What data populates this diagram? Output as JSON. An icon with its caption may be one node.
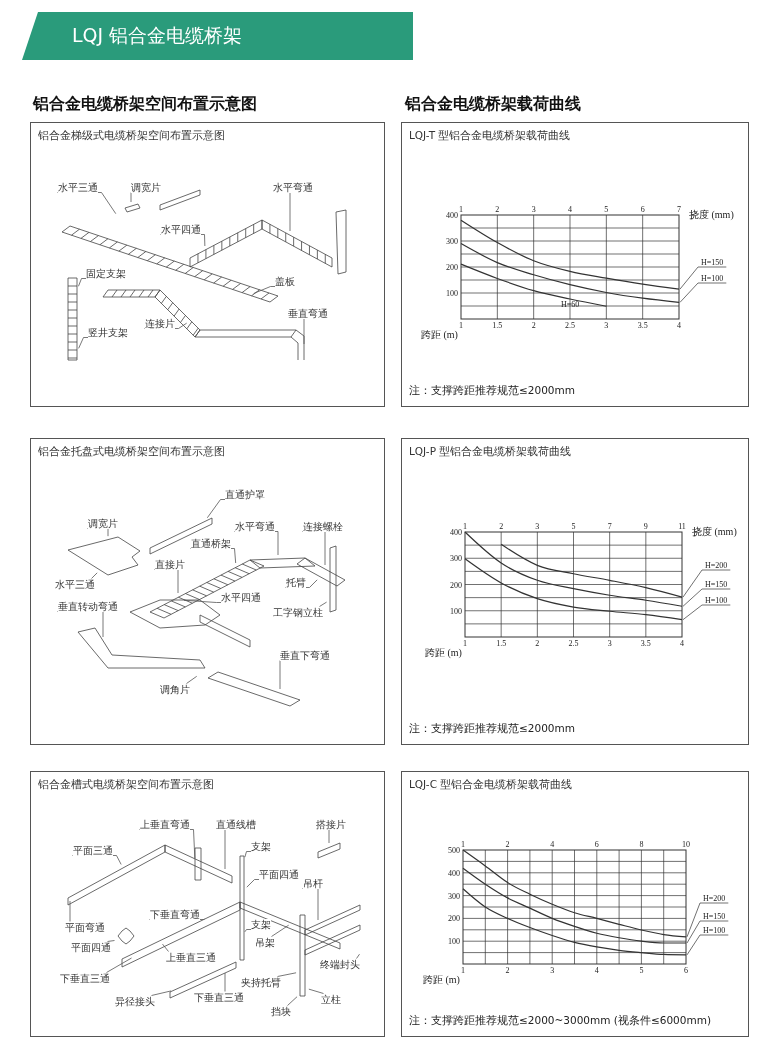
{
  "diagram": {
    "title": "LQJ 铝合金电缆桥架",
    "nodes": [
      {
        "text": [
          "铝合金梯级式电缆桥架空间布置示意图"
        ]
      },
      {
        "text": [
          "水平三通"
        ],
        "in": 0
      },
      {
        "text": [
          "调宽片"
        ],
        "in": 0
      },
      {
        "text": [
          "水平弯通"
        ],
        "in": 0
      },
      {
        "text": [
          "水平四通"
        ],
        "in": 0
      },
      {
        "text": [
          "固定支架"
        ],
        "in": 0
      },
      {
        "text": [
          "盖板"
        ],
        "in": 0
      },
      {
        "text": [
          "垂直弯通"
        ],
        "in": 0
      },
      {
        "text": [
          "连接片"
        ],
        "in": 0
      },
      {
        "text": [
          "竖井支架"
        ],
        "in": 0
      },
      {
        "text": [
          "LQJ-T 型铝合金电缆桥架载荷曲线",
          "注：支撑跨距推荐规范≤2000mm"
        ]
      },
      {
        "text": [
          "铝合金托盘式电缆桥架空间布置示意图"
        ]
      },
      {
        "text": [
          "直通护罩"
        ],
        "in": 11
      },
      {
        "text": [
          "调宽片"
        ],
        "in": 11
      },
      {
        "text": [
          "水平弯通"
        ],
        "in": 11
      },
      {
        "text": [
          "连接螺栓"
        ],
        "in": 11
      },
      {
        "text": [
          "直通桥架"
        ],
        "in": 11
      },
      {
        "text": [
          "直接片"
        ],
        "in": 11
      },
      {
        "text": [
          "托臂"
        ],
        "in": 11
      },
      {
        "text": [
          "水平三通"
        ],
        "in": 11
      },
      {
        "text": [
          "水平四通"
        ],
        "in": 11
      },
      {
        "text": [
          "工字钢立柱"
        ],
        "in": 11
      },
      {
        "text": [
          "垂直转动弯通"
        ],
        "in": 11
      },
      {
        "text": [
          "垂直下弯通"
        ],
        "in": 11
      },
      {
        "text": [
          "调角片"
        ],
        "in": 11
      },
      {
        "text": [
          "LQJ-P 型铝合金电缆桥架载荷曲线",
          "注：支撑跨距推荐规范≤2000mm"
        ]
      },
      {
        "text": [
          "铝合金槽式电缆桥架空间布置示意图"
        ]
      },
      {
        "text": [
          "上垂直弯通"
        ],
        "in": 26
      },
      {
        "text": [
          "直通线槽"
        ],
        "in": 26
      },
      {
        "text": [
          "搭接片"
        ],
        "in": 26
      },
      {
        "text": [
          "支架"
        ],
        "in": 26
      },
      {
        "text": [
          "平面三通"
        ],
        "in": 26
      },
      {
        "text": [
          "平面四通"
        ],
        "in": 26
      },
      {
        "text": [
          "吊杆"
        ],
        "in": 26
      },
      {
        "text": [
          "下垂直弯通"
        ],
        "in": 26
      },
      {
        "text": [
          "平面弯通"
        ],
        "in": 26
      },
      {
        "text": [
          "支架"
        ],
        "in": 26
      },
      {
        "text": [
          "吊架"
        ],
        "in": 26
      },
      {
        "text": [
          "平面四通"
        ],
        "in": 26
      },
      {
        "text": [
          "上垂直三通"
        ],
        "in": 26
      },
      {
        "text": [
          "下垂直三通"
        ],
        "in": 26
      },
      {
        "text": [
          "夹持托臂"
        ],
        "in": 26
      },
      {
        "text": [
          "终端封头"
        ],
        "in": 26
      },
      {
        "text": [
          "异径接头"
        ],
        "in": 26
      },
      {
        "text": [
          "下垂直三通"
        ],
        "in": 26
      },
      {
        "text": [
          "立柱"
        ],
        "in": 26
      },
      {
        "text": [
          "挡块"
        ],
        "in": 26
      },
      {
        "text": [
          "LQJ-C 型铝合金电缆桥架载荷曲线",
          "注：支撑跨距推荐规范≤2000~3000mm (视条件≤6000mm)"
        ]
      }
    ],
    "edges": [
      {
        "from": 1,
        "to": null,
        "arrow": "none"
      },
      {
        "from": 2,
        "to": null,
        "arrow": "none"
      },
      {
        "from": 3,
        "to": null,
        "arrow": "none"
      },
      {
        "from": 4,
        "to": null,
        "arrow": "none"
      },
      {
        "from": 5,
        "to": null,
        "arrow": "none"
      },
      {
        "from": 6,
        "to": null,
        "arrow": "none"
      },
      {
        "from": 7,
        "to": null,
        "arrow": "none"
      },
      {
        "from": 8,
        "to": null,
        "arrow": "none"
      },
      {
        "from": 9,
        "to": null,
        "arrow": "none"
      },
      {
        "from": 12,
        "to": null,
        "arrow": "none"
      },
      {
        "from": 13,
        "to": null,
        "arrow": "none"
      },
      {
        "from": 14,
        "to": null,
        "arrow": "none"
      },
      {
        "from": 15,
        "to": null,
        "arrow": "none"
      },
      {
        "from": 16,
        "to": null,
        "arrow": "none"
      },
      {
        "from": 17,
        "to": null,
        "arrow": "none"
      },
      {
        "from": 18,
        "to": null,
        "arrow": "none"
      },
      {
        "from": 19,
        "to": null,
        "arrow": "none"
      },
      {
        "from": 20,
        "to": null,
        "arrow": "none"
      },
      {
        "from": 21,
        "to": null,
        "arrow": "none"
      },
      {
        "from": 22,
        "to": null,
        "arrow": "none"
      },
      {
        "from": 23,
        "to": null,
        "arrow": "none"
      },
      {
        "from": 24,
        "to": null,
        "arrow": "none"
      },
      {
        "from": 27,
        "to": null,
        "arrow": "none"
      },
      {
        "from": 28,
        "to": null,
        "arrow": "none"
      },
      {
        "from": 29,
        "to": null,
        "arrow": "none"
      },
      {
        "from": 30,
        "to": null,
        "arrow": "none"
      },
      {
        "from": 31,
        "to": null,
        "arrow": "none"
      },
      {
        "from": 32,
        "to": null,
        "arrow": "none"
      },
      {
        "from": 33,
        "to": null,
        "arrow": "none"
      },
      {
        "from": 34,
        "to": null,
        "arrow": "none"
      },
      {
        "from": 35,
        "to": null,
        "arrow": "none"
      },
      {
        "from": 36,
        "to": null,
        "arrow": "none"
      },
      {
        "from": 37,
        "to": null,
        "arrow": "none"
      },
      {
        "from": 38,
        "to": null,
        "arrow": "none"
      },
      {
        "from": 39,
        "to": null,
        "arrow": "none"
      },
      {
        "from": 40,
        "to": null,
        "arrow": "none"
      },
      {
        "from": 41,
        "to": null,
        "arrow": "none"
      },
      {
        "from": 42,
        "to": null,
        "arrow": "none"
      },
      {
        "from": 43,
        "to": null,
        "arrow": "none"
      },
      {
        "from": 44,
        "to": null,
        "arrow": "none"
      },
      {
        "from": 45,
        "to": null,
        "arrow": "none"
      },
      {
        "from": 46,
        "to": null,
        "arrow": "none"
      }
    ],
    "labels": [
      "铝合金电缆桥架空间布置示意图",
      "铝合金电缆桥架载荷曲线"
    ],
    "chart_data": [
      {
        "type": "line",
        "xlabel": "跨距 (m)",
        "x": [
          1,
          1.5,
          2,
          2.5,
          3,
          3.5,
          4
        ],
        "xlim": [
          1,
          4
        ],
        "ylim": [
          0,
          400
        ],
        "xticks": [
          1,
          1.5,
          2,
          2.5,
          3,
          3.5,
          4
        ],
        "yticks": [
          100,
          200,
          300,
          400
        ],
        "series": [
          {
            "name": "H=150",
            "color": "#333333",
            "values": [
              380,
              294,
              224,
              183,
              157,
              134,
              115
            ]
          },
          {
            "name": "H=100",
            "color": "#333333",
            "values": [
              290,
              217,
              170,
              132,
              102,
              80,
              64
            ]
          },
          {
            "name": "H=60",
            "color": "#333333",
            "values": [
              211,
              156,
              109,
              77,
              49,
              null,
              null
            ]
          }
        ],
        "grid": true,
        "annotations": [
          "挠度 (mm)",
          "1",
          "2",
          "3",
          "4",
          "5",
          "6",
          "7"
        ]
      },
      {
        "type": "line",
        "xlabel": "跨距 (m)",
        "x": [
          1,
          1.5,
          2,
          2.5,
          3,
          3.5,
          4
        ],
        "xlim": [
          1,
          4
        ],
        "ylim": [
          0,
          400
        ],
        "xticks": [
          1,
          1.5,
          2,
          2.5,
          3,
          3.5,
          4
        ],
        "yticks": [
          100,
          200,
          300,
          400
        ],
        "series": [
          {
            "name": "H=200",
            "color": "#333333",
            "values": [
              null,
              353,
              273,
              241,
              216,
              188,
              152
            ]
          },
          {
            "name": "H=150",
            "color": "#333333",
            "values": [
              400,
              282,
              216,
              184,
              159,
              140,
              117
            ]
          },
          {
            "name": "H=100",
            "color": "#333333",
            "values": [
              298,
              206,
              146,
              114,
              98,
              85,
              66
            ]
          }
        ],
        "grid": true,
        "annotations": [
          "挠度 (mm)",
          "1",
          "2",
          "3",
          "5",
          "7",
          "9",
          "11"
        ]
      },
      {
        "type": "line",
        "xlabel": "跨距 (m)",
        "x": [
          1,
          1.5,
          2,
          2.5,
          3,
          3.5,
          4,
          4.5,
          5,
          5.5,
          6
        ],
        "xlim": [
          1,
          6
        ],
        "ylim": [
          0,
          500
        ],
        "xticks": [
          1,
          2,
          3,
          4,
          5,
          6
        ],
        "yticks": [
          100,
          200,
          300,
          400,
          500
        ],
        "series": [
          {
            "name": "H=200",
            "color": "#333333",
            "values": [
              500,
              430,
              357,
              306,
              262,
              225,
              200,
              174,
              149,
              129,
              119
            ]
          },
          {
            "name": "H=150",
            "color": "#333333",
            "values": [
              420,
              350,
              290,
              245,
              200,
              165,
              135,
              115,
              100,
              92,
              92
            ]
          },
          {
            "name": "H=100",
            "color": "#333333",
            "values": [
              330,
              250,
              200,
              160,
              125,
              95,
              75,
              60,
              50,
              42,
              40
            ]
          }
        ],
        "grid": true,
        "annotations": [
          "1",
          "2",
          "4",
          "6",
          "8",
          "10"
        ]
      }
    ]
  }
}
